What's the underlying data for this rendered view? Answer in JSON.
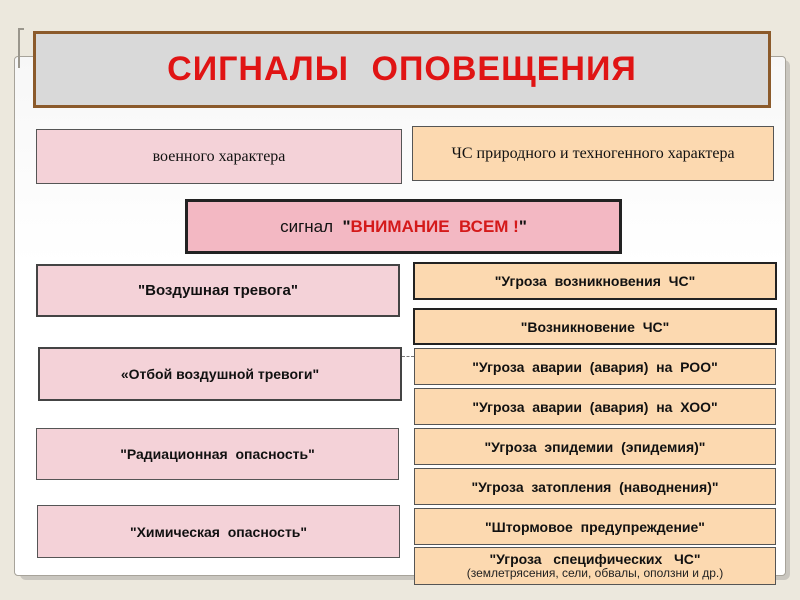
{
  "title": "СИГНАЛЫ  ОПОВЕЩЕНИЯ",
  "categories": {
    "military": "военного  характера",
    "natural_tech": "ЧС  природного и техногенного характера"
  },
  "signal": {
    "prefix": "сигнал  ",
    "quote_open": "\"",
    "highlight": "ВНИМАНИЕ  ВСЕМ !",
    "quote_close": "\""
  },
  "left_signals": [
    "\"Воздушная тревога\"",
    "«Отбой воздушной тревоги\"",
    "\"Радиационная  опасность\"",
    "\"Химическая  опасность\""
  ],
  "right_signals": [
    "\"Угроза  возникновения  ЧС\"",
    "\"Возникновение  ЧС\"",
    "\"Угроза  аварии  (авария)  на  РОО\"",
    "\"Угроза  аварии  (авария)  на  ХОО\"",
    "\"Угроза  эпидемии  (эпидемия)\"",
    "\"Угроза  затопления  (наводнения)\"",
    "\"Штормовое  предупреждение\""
  ],
  "specific": {
    "label": "\"Угроза   специфических   ЧС\"",
    "note": "(землетрясения, сели, обвалы, оползни и др.)"
  },
  "colors": {
    "title_red": "#e01414",
    "title_border": "#8b5a2b",
    "pink_box": "#f4d2d8",
    "peach_box": "#fcd9b0",
    "signal_box": "#f3b8c3"
  }
}
